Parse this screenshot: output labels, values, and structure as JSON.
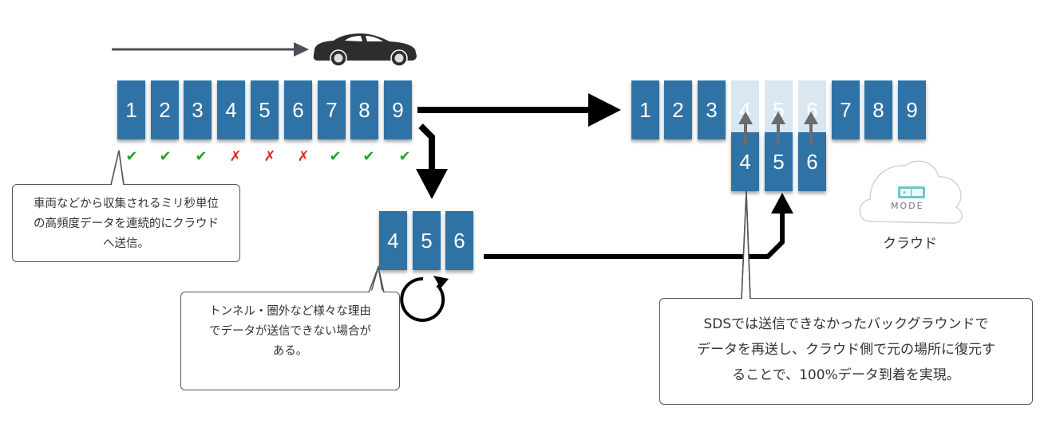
{
  "top_sequence": {
    "boxes": [
      "1",
      "2",
      "3",
      "4",
      "5",
      "6",
      "7",
      "8",
      "9"
    ],
    "status": [
      "ok",
      "ok",
      "ok",
      "ng",
      "ng",
      "ng",
      "ok",
      "ok",
      "ok"
    ],
    "status_glyphs": {
      "ok": "✔",
      "ng": "✗"
    }
  },
  "buffer_sequence": {
    "boxes": [
      "4",
      "5",
      "6"
    ]
  },
  "cloud_sequence": {
    "boxes": [
      "1",
      "2",
      "3",
      "4",
      "5",
      "6",
      "7",
      "8",
      "9"
    ],
    "ghost_indices": [
      3,
      4,
      5
    ],
    "restored": [
      "4",
      "5",
      "6"
    ]
  },
  "cloud": {
    "badge_text": "MODE",
    "label": "クラウド"
  },
  "callouts": {
    "send": "車両などから収集されるミリ秒単位の高頻度データを連続的にクラウドへ送信。",
    "send_lines": [
      "車両などから収集されるミリ秒単位",
      "の高頻度データを連続的にクラウド",
      "へ送信。"
    ],
    "fail_lines": [
      "トンネル・圏外など様々な理由",
      "でデータが送信できない場合が",
      "ある。"
    ],
    "sds_lines": [
      "SDSでは送信できなかったバックグラウンドで",
      "データを再送し、クラウド側で元の場所に復元す",
      "ることで、100%データ到着を実現。"
    ]
  },
  "colors": {
    "box": "#2f73a6",
    "ghost": "#dbe7f0",
    "ok": "#22a32a",
    "ng": "#e02a20",
    "arrow": "#000000",
    "motion_arrow": "#4a4f57",
    "car": "#2d2d2d",
    "badge": "#6cc7cc"
  },
  "icons": {
    "vehicle": "car-icon",
    "cloud": "cloud-icon",
    "retry": "refresh-icon"
  }
}
